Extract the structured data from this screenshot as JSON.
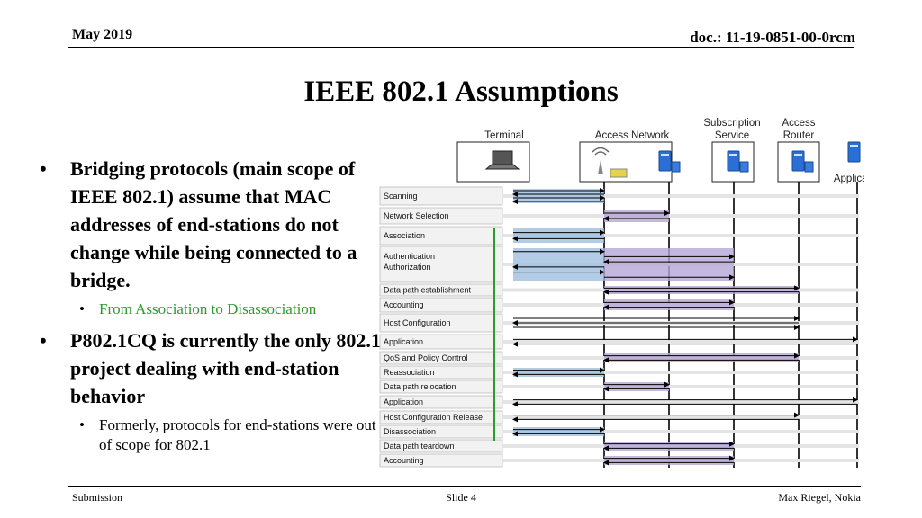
{
  "header": {
    "date": "May 2019",
    "doc_id": "doc.: 11-19-0851-00-0rcm"
  },
  "title": "IEEE 802.1 Assumptions",
  "bullets": [
    {
      "text": "Bridging protocols (main scope of IEEE 802.1) assume that MAC addresses of end-stations do not change while being connected to a bridge.",
      "sub": "From Association to Disassociation"
    },
    {
      "text": "P802.1CQ is currently the only 802.1 project dealing with end-station behavior",
      "sub": "Formerly, protocols for end-stations were out of scope for 802.1"
    }
  ],
  "diagram": {
    "entities": [
      {
        "name": "Terminal",
        "icon": "laptop-icon"
      },
      {
        "name": "Access Network",
        "icon": "wifi-ap-icon"
      },
      {
        "name": "Subscription Service",
        "icon": "server-icon"
      },
      {
        "name": "Access Router",
        "icon": "server-icon"
      },
      {
        "name": "Application",
        "icon": "server-icon"
      }
    ],
    "phases": [
      "Scanning",
      "Network Selection",
      "Association",
      "Authentication Authorization",
      "Data path establishment",
      "Accounting",
      "Host Configuration",
      "Application",
      "QoS and Policy Control",
      "Reassociation",
      "Data path relocation",
      "Application",
      "Host Configuration Release",
      "Disassociation",
      "Data path teardown",
      "Accounting"
    ],
    "colors": {
      "blue": "#9fbfe0",
      "purple": "#b6a6d6",
      "green": "#2a9d2a"
    }
  },
  "footer": {
    "left": "Submission",
    "center": "Slide 4",
    "right": "Max Riegel, Nokia"
  }
}
